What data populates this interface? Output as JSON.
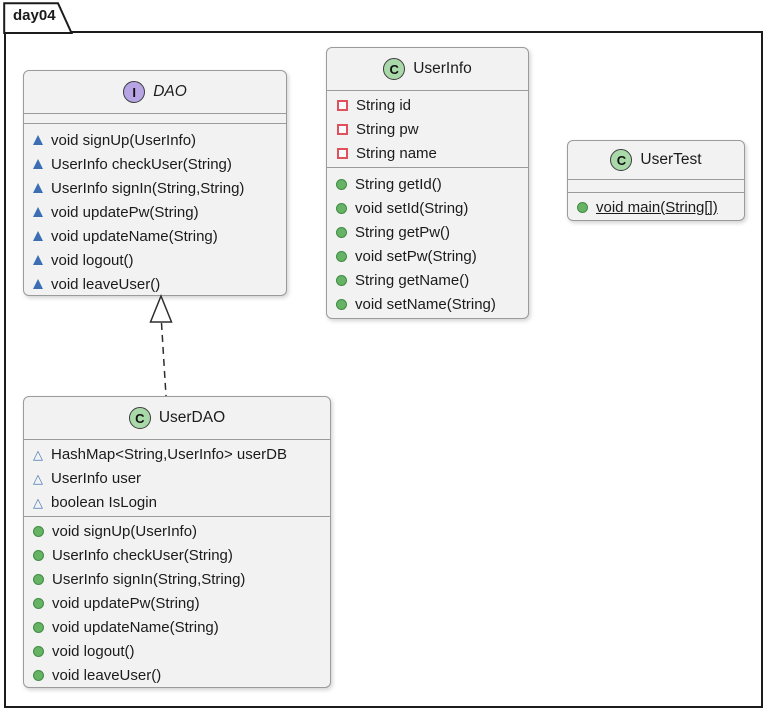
{
  "frame": {
    "label": "day04"
  },
  "colors": {
    "frame_border": "#1c1c1c",
    "box_background": "#f2f2f2",
    "box_border": "#9b9b9b",
    "interface_icon_fill": "#b6a4e4",
    "class_icon_fill": "#a9d8a9",
    "public_method_icon_green": "#66b366",
    "package_method_icon_blue": "#3a6fb5",
    "private_field_icon_red": "#e0515e",
    "package_field_icon_blue": "#4a7ab5"
  },
  "icons": {
    "interface-icon": "circle with letter I (purple)",
    "class-icon": "circle with letter C (green)",
    "package-private-method-icon": "filled blue triangle",
    "package-private-field-icon": "hollow blue triangle",
    "private-field-icon": "hollow red square",
    "public-method-icon": "filled green circle",
    "realization-arrow": "dashed line with hollow triangle head"
  },
  "boxes": {
    "dao": {
      "kind_letter": "I",
      "title": "DAO",
      "methods": [
        "void signUp(UserInfo)",
        "UserInfo checkUser(String)",
        "UserInfo signIn(String,String)",
        "void updatePw(String)",
        "void updateName(String)",
        "void logout()",
        "void leaveUser()"
      ]
    },
    "userinfo": {
      "kind_letter": "C",
      "title": "UserInfo",
      "fields": [
        "String id",
        "String pw",
        "String name"
      ],
      "methods": [
        "String getId()",
        "void setId(String)",
        "String getPw()",
        "void setPw(String)",
        "String getName()",
        "void setName(String)"
      ]
    },
    "usertest": {
      "kind_letter": "C",
      "title": "UserTest",
      "methods": [
        "void main(String[])"
      ]
    },
    "userdao": {
      "kind_letter": "C",
      "title": "UserDAO",
      "fields": [
        "HashMap<String,UserInfo> userDB",
        "UserInfo user",
        "boolean IsLogin"
      ],
      "methods": [
        "void signUp(UserInfo)",
        "UserInfo checkUser(String)",
        "UserInfo signIn(String,String)",
        "void updatePw(String)",
        "void updateName(String)",
        "void logout()",
        "void leaveUser()"
      ]
    }
  },
  "relationship": {
    "type": "realization",
    "from": "UserDAO",
    "to": "DAO",
    "style": "dashed-hollow-triangle"
  }
}
